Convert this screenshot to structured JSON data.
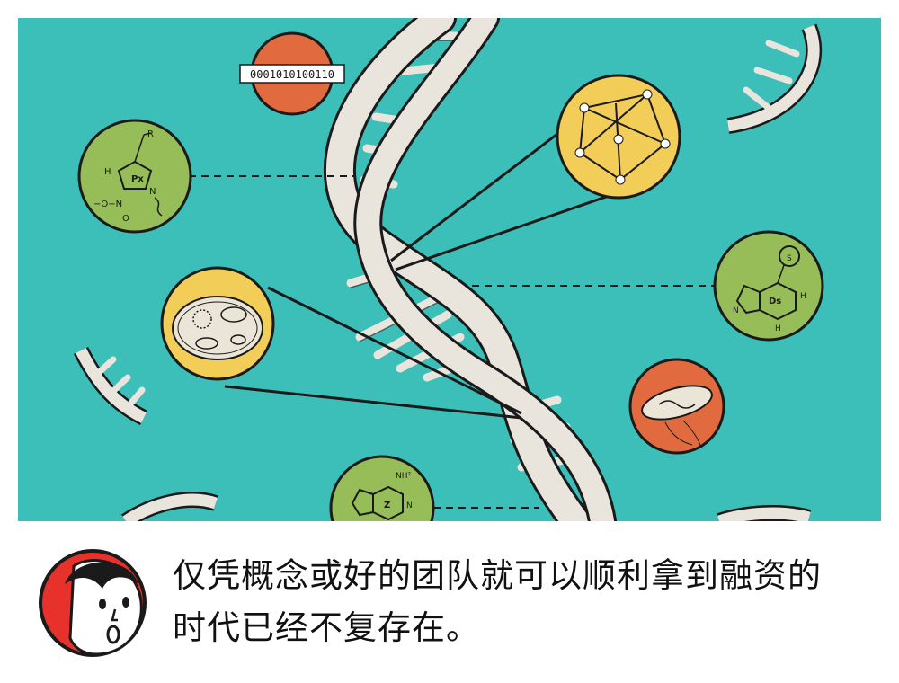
{
  "colors": {
    "background": "#3cbfb8",
    "helix": "#e9e4dc",
    "ink": "#1a1a1a",
    "green_circle": "#97bd58",
    "yellow_circle": "#f2cd57",
    "orange_circle": "#e16b3f",
    "avatar_red": "#e6322b"
  },
  "labels": {
    "binary_code": "0001010100110",
    "px_label": "Px",
    "px_r": "R",
    "px_h": "H",
    "px_n": "N",
    "px_nitro": "−O−N",
    "px_o": "O",
    "ds_label": "Ds",
    "ds_s": "S",
    "ds_n": "N",
    "ds_h1": "H",
    "ds_h2": "H",
    "z_label": "Z",
    "z_nh2": "NH²",
    "z_n": "N"
  },
  "caption": {
    "line1": "仅凭概念或好的团队就可以顺利拿到融资的",
    "line2": "时代已经不复存在。"
  }
}
